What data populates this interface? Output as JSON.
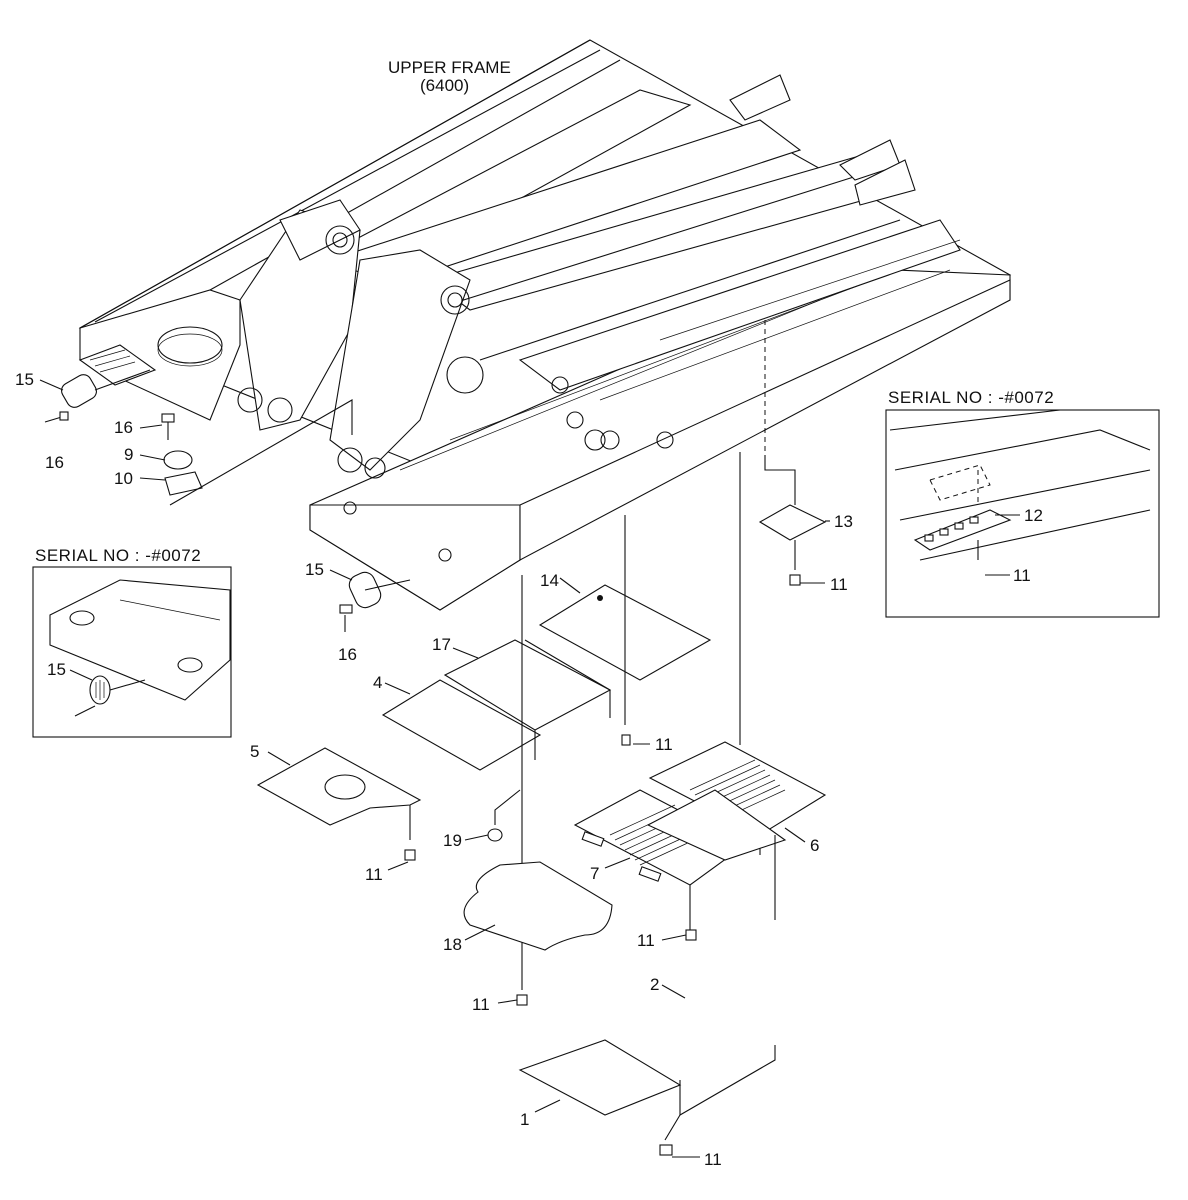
{
  "title": {
    "line1": "UPPER FRAME",
    "line2": "(6400)"
  },
  "insets": [
    {
      "label": "SERIAL NO : -#0072"
    },
    {
      "label": "SERIAL NO : -#0072"
    }
  ],
  "callouts": [
    "15",
    "16",
    "16",
    "9",
    "10",
    "15",
    "16",
    "15",
    "17",
    "4",
    "14",
    "5",
    "11",
    "11",
    "19",
    "18",
    "11",
    "7",
    "11",
    "6",
    "13",
    "11",
    "12",
    "11",
    "2",
    "1",
    "11"
  ]
}
